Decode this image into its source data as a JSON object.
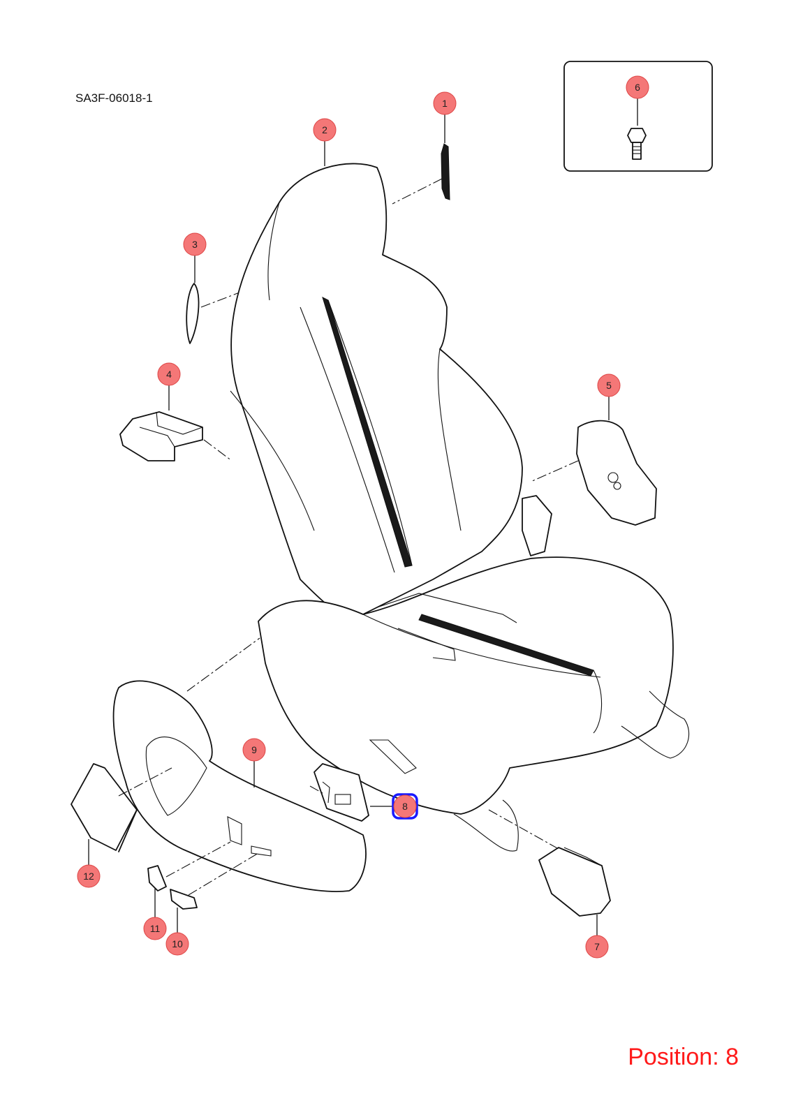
{
  "drawing_code": "SA3F-06018-1",
  "position_label": "Position: 8",
  "selected_callout": "8",
  "colors": {
    "callout_fill": "#f47777",
    "highlight": "#1a1aff",
    "position_text": "#ff1a1a"
  },
  "callouts": [
    {
      "id": "1",
      "label": "1"
    },
    {
      "id": "2",
      "label": "2"
    },
    {
      "id": "3",
      "label": "3"
    },
    {
      "id": "4",
      "label": "4"
    },
    {
      "id": "5",
      "label": "5"
    },
    {
      "id": "6",
      "label": "6"
    },
    {
      "id": "7",
      "label": "7"
    },
    {
      "id": "8",
      "label": "8"
    },
    {
      "id": "9",
      "label": "9"
    },
    {
      "id": "10",
      "label": "10"
    },
    {
      "id": "11",
      "label": "11"
    },
    {
      "id": "12",
      "label": "12"
    }
  ]
}
